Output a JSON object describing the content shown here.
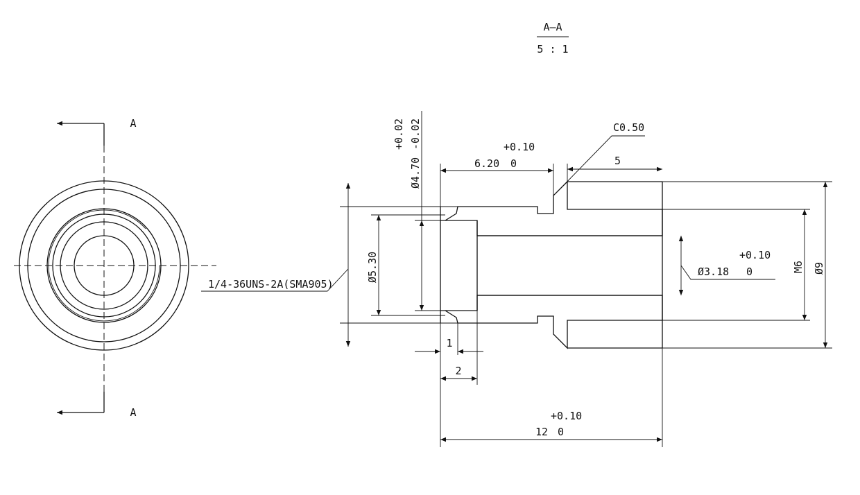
{
  "section": {
    "title": "A—A",
    "scale": "5 : 1"
  },
  "cut_labels": {
    "top": "A",
    "bottom": "A"
  },
  "dimensions": {
    "bore_diameter": {
      "value": "Ø4.70",
      "tol_upper": "+0.02",
      "tol_lower": "-0.02"
    },
    "counterbore_length": {
      "value": "6.20",
      "tol_upper": "+0.10",
      "tol_lower": "0"
    },
    "chamfer": "C0.50",
    "thread_length": "5",
    "thread_callout": "1/4-36UNS-2A(SMA905)",
    "face_diameter": "Ø5.30",
    "inner_bore": {
      "value": "Ø3.18",
      "tol_upper": "+0.10",
      "tol_lower": "0"
    },
    "thread_major": "M6",
    "outer_diameter": "Ø9",
    "step_1": "1",
    "step_2": "2",
    "total_length": {
      "value": "12",
      "tol_upper": "+0.10",
      "tol_lower": "0"
    }
  }
}
